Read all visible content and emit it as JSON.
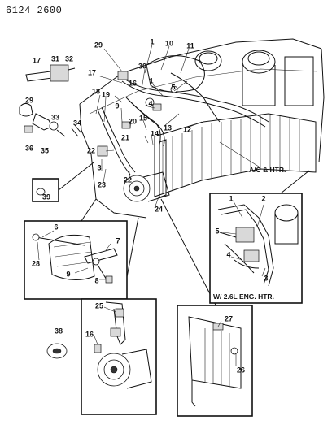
{
  "header": {
    "doc_id": "6124 2600"
  },
  "captions": {
    "ac_htr": "A/C & HTR.",
    "eng_htr": "W/ 2.6L ENG. HTR."
  },
  "callouts": {
    "main": [
      "29",
      "1",
      "10",
      "11",
      "17",
      "31",
      "32",
      "17",
      "30",
      "16",
      "1",
      "18",
      "19",
      "5",
      "9",
      "4",
      "29",
      "20",
      "15",
      "33",
      "34",
      "13",
      "12",
      "21",
      "14",
      "22",
      "36",
      "35",
      "3",
      "22",
      "23",
      "24",
      "39"
    ],
    "inset_eng": [
      "1",
      "2",
      "5",
      "4",
      "3"
    ],
    "inset_left": [
      "6",
      "7",
      "28",
      "9",
      "8"
    ],
    "inset_compressor": [
      "25",
      "16"
    ],
    "inset_condenser": [
      "27",
      "26"
    ],
    "loose": [
      "38"
    ]
  }
}
